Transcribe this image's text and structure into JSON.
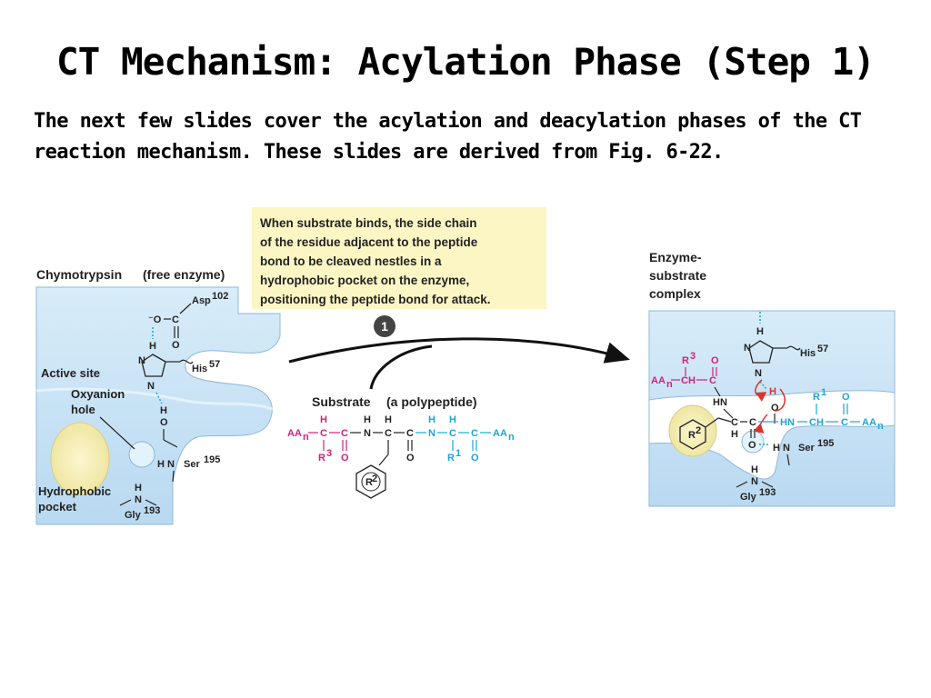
{
  "slide": {
    "title": "CT Mechanism: Acylation Phase (Step 1)",
    "intro": "The next few slides cover the acylation and deacylation phases of the CT reaction mechanism. These slides are derived from Fig. 6-22."
  },
  "callout": {
    "lines": [
      "When substrate binds, the side chain",
      "of the residue adjacent to the peptide",
      "bond to be cleaved nestles in a",
      "hydrophobic pocket on the enzyme,",
      "positioning the peptide bond for attack."
    ],
    "step_number": "1",
    "bg_color": "#fbf6c4"
  },
  "free_enzyme": {
    "title": "Chymotrypsin",
    "subtitle": "(free enzyme)",
    "labels": {
      "active_site": "Active site",
      "oxyanion": "Oxyanion",
      "hole": "hole",
      "hydrophobic": "Hydrophobic",
      "pocket": "pocket"
    },
    "residues": {
      "asp": "Asp",
      "asp_num": "102",
      "his": "His",
      "his_num": "57",
      "ser": "Ser",
      "ser_num": "195",
      "gly": "Gly",
      "gly_num": "193"
    }
  },
  "substrate": {
    "title": "Substrate",
    "subtitle": "(a polypeptide)",
    "r1": "R",
    "r1_num": "1",
    "r2": "R",
    "r2_num": "2",
    "r3": "R",
    "r3_num": "3",
    "aa": "AA",
    "aa_sub": "n"
  },
  "complex": {
    "title_lines": [
      "Enzyme-",
      "substrate",
      "complex"
    ],
    "residues": {
      "his": "His",
      "his_num": "57",
      "ser": "Ser",
      "ser_num": "195",
      "gly": "Gly",
      "gly_num": "193"
    }
  },
  "colors": {
    "enzyme_panel": "#c9e3f6",
    "magenta": "#d6207a",
    "cyan": "#1ba6d6",
    "red": "#d8342c",
    "callout_bg": "#fbf6c4"
  }
}
